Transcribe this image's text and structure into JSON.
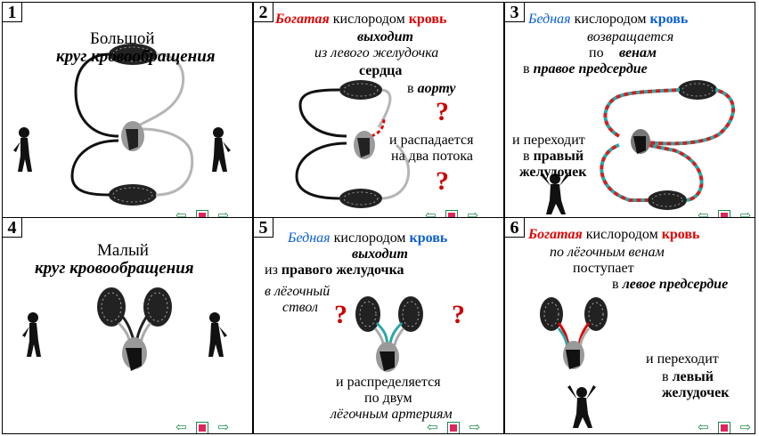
{
  "panels": [
    {
      "num": "1",
      "lines": [
        "Большой",
        "круг кровообращения"
      ]
    },
    {
      "num": "2",
      "lines": [
        "Богатая",
        "кислородом",
        "кровь",
        "выходит",
        "из левого желудочка",
        "сердца",
        "в",
        "аорту",
        "и распадается",
        "на два потока"
      ],
      "q": [
        "?",
        "?"
      ]
    },
    {
      "num": "3",
      "lines": [
        "Бедная",
        "кислородом",
        "кровь",
        "возвращается",
        "по",
        "венам",
        "в",
        "правое предсердие",
        "и переходит",
        "в",
        "правый",
        "желудочек"
      ]
    },
    {
      "num": "4",
      "lines": [
        "Малый",
        "круг кровообращения"
      ]
    },
    {
      "num": "5",
      "lines": [
        "Бедная",
        "кислородом",
        "кровь",
        "выходит",
        "из",
        "правого желудочка",
        "в лёгочный",
        "ствол",
        "и распределяется",
        "по двум",
        "лёгочным артериям"
      ],
      "q": [
        "?",
        "?"
      ]
    },
    {
      "num": "6",
      "lines": [
        "Богатая",
        "кислородом",
        "кровь",
        "по лёгочным венам",
        "поступает",
        "в",
        "левое предсердие",
        "и переходит",
        "в",
        "левый",
        "желудочек"
      ]
    }
  ],
  "nav": {
    "prev": "⇦",
    "next": "⇨"
  },
  "colors": {
    "red": "#e00000",
    "blue": "#0a5fd6",
    "aqua": "#2aa7a7",
    "nav": "#1b8a4a"
  }
}
